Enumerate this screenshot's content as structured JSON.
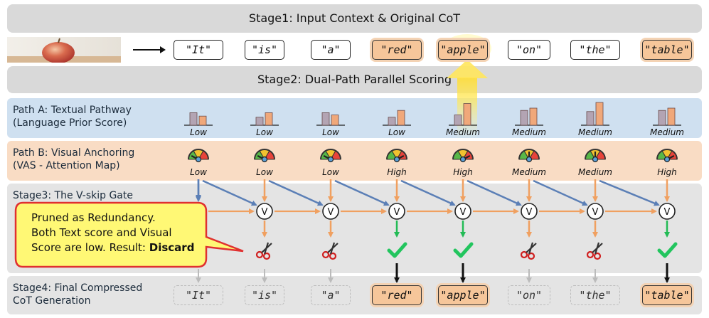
{
  "stage1": {
    "title": "Stage1: Input Context & Original CoT"
  },
  "stage2": {
    "title": "Stage2: Dual-Path Parallel Scoring"
  },
  "path_a": {
    "line1": "Path A: Textual Pathway",
    "line2": "(Language Prior Score)"
  },
  "path_b": {
    "line1": "Path B: Visual Anchoring",
    "line2": "(VAS - Attention Map)"
  },
  "stage3": {
    "title": "Stage3: The V-skip Gate"
  },
  "stage4": {
    "line1": "Stage4: Final Compressed",
    "line2": "CoT Generation"
  },
  "gate_symbol": "V",
  "tokens": [
    {
      "text": "\"It\"",
      "text_level": "Low",
      "text_bars": [
        0.55,
        0.4
      ],
      "visual_level": "Low",
      "gauge": 0.15,
      "kept": false
    },
    {
      "text": "\"is\"",
      "text_level": "Low",
      "text_bars": [
        0.35,
        0.55
      ],
      "visual_level": "Low",
      "gauge": 0.15,
      "kept": false
    },
    {
      "text": "\"a\"",
      "text_level": "Low",
      "text_bars": [
        0.55,
        0.45
      ],
      "visual_level": "Low",
      "gauge": 0.15,
      "kept": false
    },
    {
      "text": "\"red\"",
      "text_level": "Low",
      "text_bars": [
        0.35,
        0.65
      ],
      "visual_level": "High",
      "gauge": 0.85,
      "kept": true
    },
    {
      "text": "\"apple\"",
      "text_level": "Medium",
      "text_bars": [
        0.45,
        0.95
      ],
      "visual_level": "High",
      "gauge": 0.85,
      "kept": true
    },
    {
      "text": "\"on\"",
      "text_level": "Medium",
      "text_bars": [
        0.65,
        0.75
      ],
      "visual_level": "Medium",
      "gauge": 0.5,
      "kept": false
    },
    {
      "text": "\"the\"",
      "text_level": "Medium",
      "text_bars": [
        0.6,
        1.0
      ],
      "visual_level": "Medium",
      "gauge": 0.5,
      "kept": false
    },
    {
      "text": "\"table\"",
      "text_level": "Medium",
      "text_bars": [
        0.65,
        0.75
      ],
      "visual_level": "High",
      "gauge": 0.85,
      "kept": true
    }
  ],
  "callout": {
    "line1": "Pruned as Redundancy.",
    "line2": "Both Text score and Visual",
    "line3": "Score are low. Result:",
    "result": "Discard"
  },
  "colors": {
    "stage_band": "#d9d9d9",
    "path_a_band": "#cfe0f0",
    "path_b_band": "#f9dcc4",
    "stage3_band": "#e4e4e4",
    "bar_text": "#b3a4b3",
    "bar_visual": "#f0a87a",
    "arrow_blue": "#5b7fb6",
    "arrow_orange": "#f0a060",
    "arrow_green": "#22bb55",
    "check_green": "#22c55e",
    "highlight": "#f6c69a",
    "callout_fill": "#fff875",
    "callout_stroke": "#e03030"
  }
}
